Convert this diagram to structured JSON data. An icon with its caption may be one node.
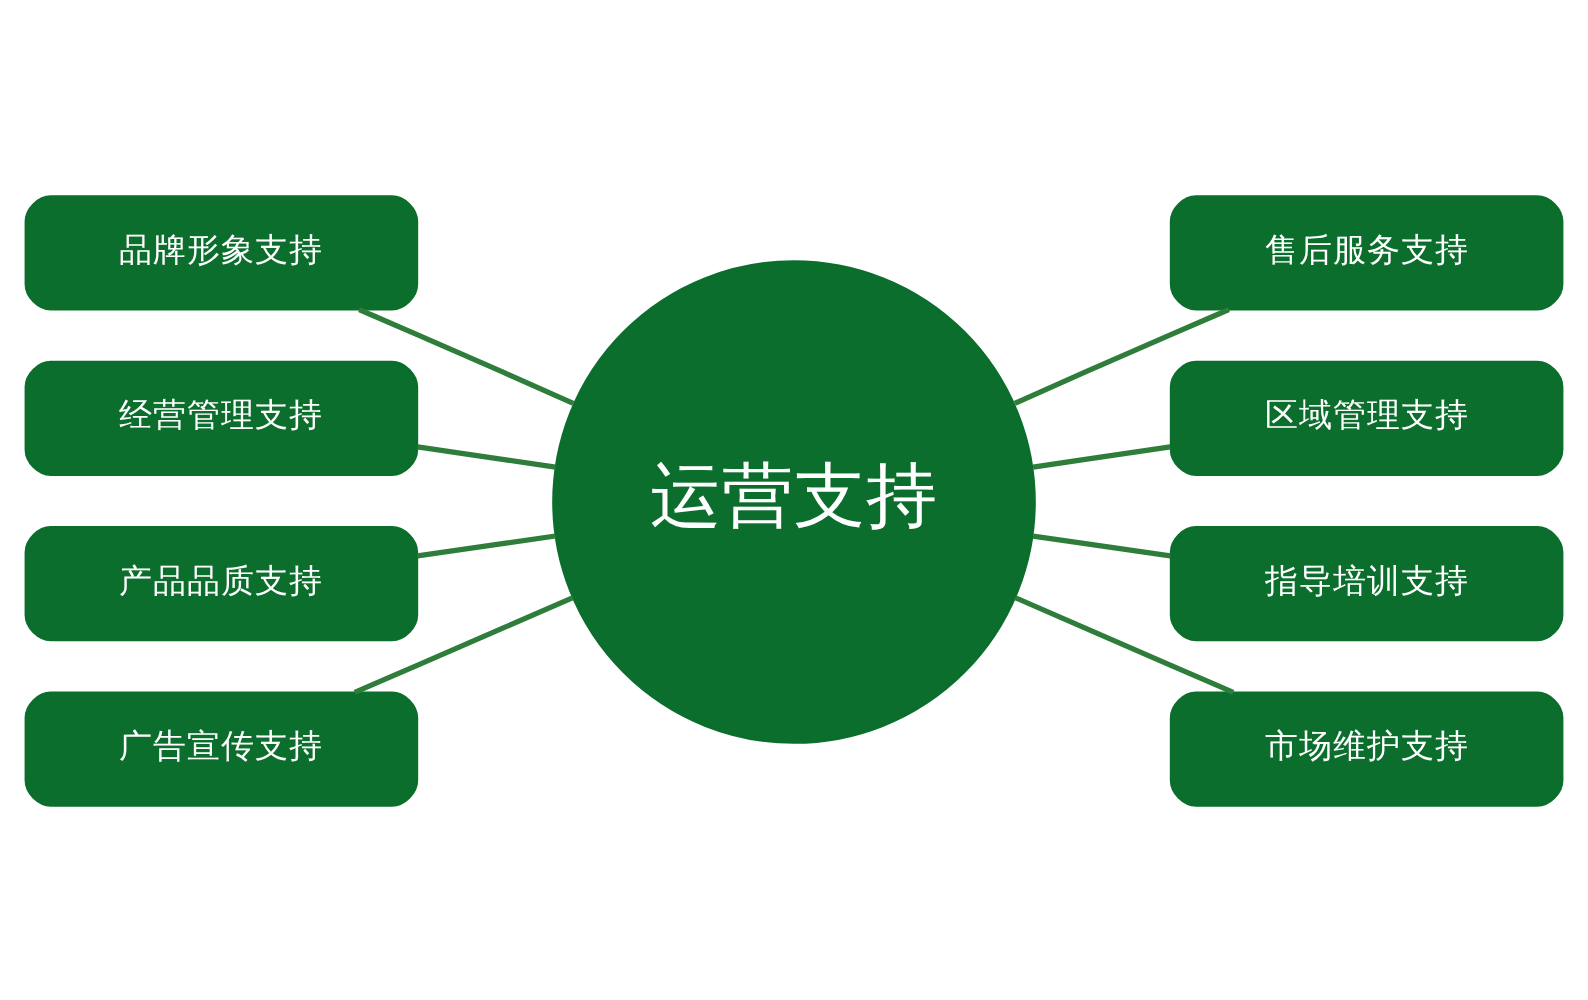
{
  "diagram": {
    "nodes": [
      {
        "text": [
          "品牌形象支持"
        ]
      },
      {
        "text": [
          "经营管理支持"
        ]
      },
      {
        "text": [
          "产品品质支持"
        ]
      },
      {
        "text": [
          "广告宣传支持"
        ]
      },
      {
        "text": [
          "运营支持"
        ]
      },
      {
        "text": [
          "售后服务支持"
        ]
      },
      {
        "text": [
          "区域管理支持"
        ]
      },
      {
        "text": [
          "指导培训支持"
        ]
      },
      {
        "text": [
          "市场维护支持"
        ]
      }
    ],
    "edges": [
      {
        "from": 0,
        "to": 4,
        "arrow": "none"
      },
      {
        "from": 1,
        "to": 4,
        "arrow": "none"
      },
      {
        "from": 2,
        "to": 4,
        "arrow": "none"
      },
      {
        "from": 3,
        "to": 4,
        "arrow": "none"
      },
      {
        "from": 4,
        "to": 5,
        "arrow": "none"
      },
      {
        "from": 4,
        "to": 6,
        "arrow": "none"
      },
      {
        "from": 4,
        "to": 7,
        "arrow": "none"
      },
      {
        "from": 4,
        "to": 8,
        "arrow": "none"
      }
    ]
  }
}
